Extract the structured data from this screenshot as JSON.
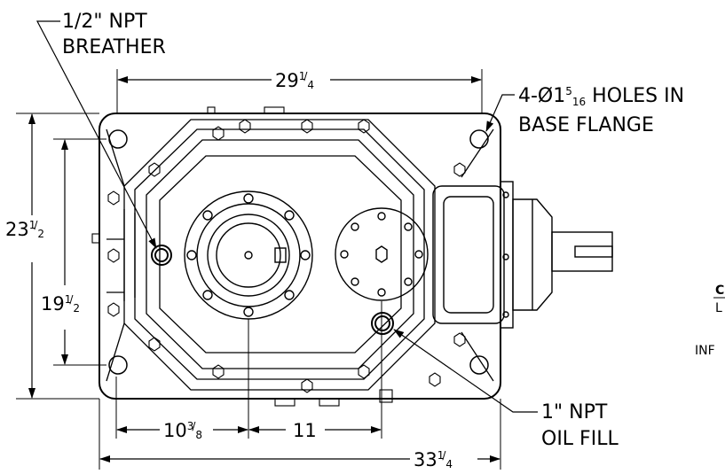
{
  "callouts": {
    "breather_line1": "1/2\" NPT",
    "breather_line2": "BREATHER",
    "holes_line1_prefix": "4-Ø1",
    "holes_line1_num": "5",
    "holes_line1_den": "16",
    "holes_line1_suffix": " HOLES IN",
    "holes_line2": "BASE FLANGE",
    "oil_line1": "1\" NPT",
    "oil_line2": "OIL FILL"
  },
  "dimensions": {
    "top_width_whole": "29",
    "top_width_num": "1",
    "top_width_den": "4",
    "left_height_whole": "23",
    "left_height_num": "1",
    "left_height_den": "2",
    "inner_height_whole": "19",
    "inner_height_num": "1",
    "inner_height_den": "2",
    "bottom_a_whole": "10",
    "bottom_a_num": "3",
    "bottom_a_den": "8",
    "bottom_b": "11",
    "bottom_total_whole": "33",
    "bottom_total_num": "1",
    "bottom_total_den": "4"
  },
  "clipped_text": {
    "right_1": "C",
    "right_2": "L",
    "right_3": "INF"
  }
}
